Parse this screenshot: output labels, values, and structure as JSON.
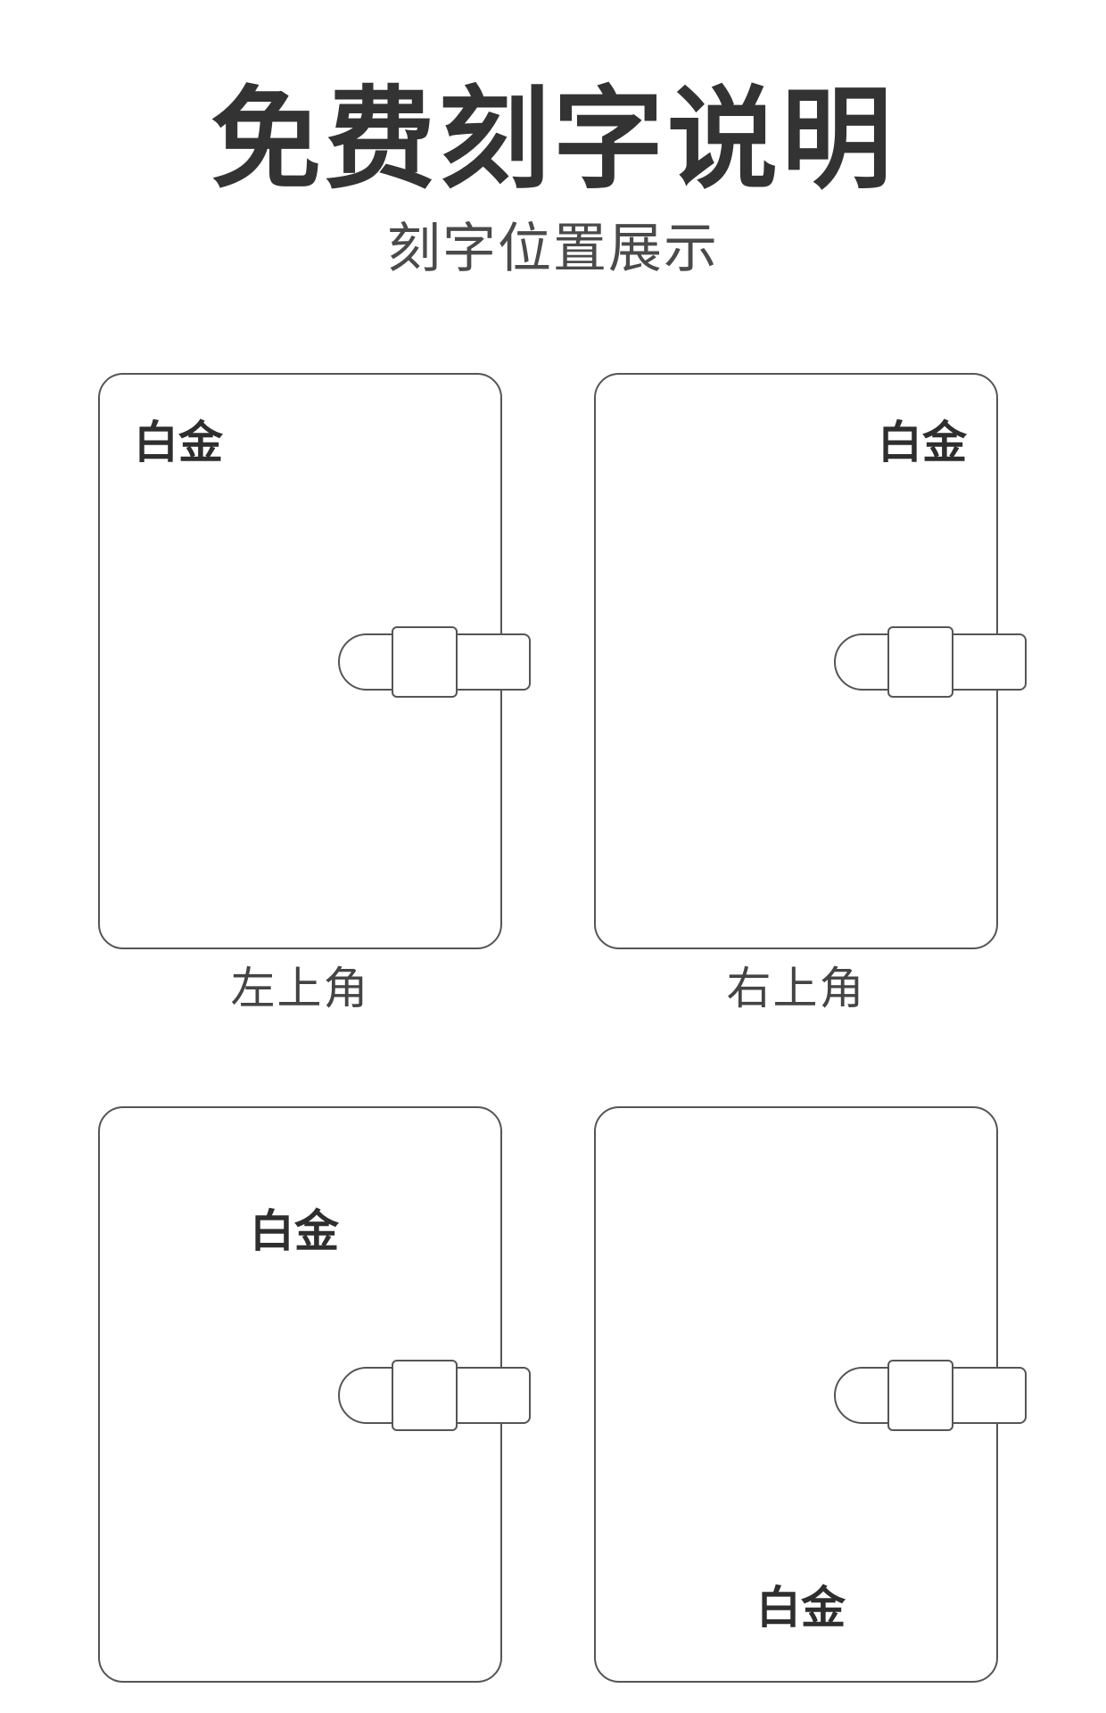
{
  "header": {
    "title": "免费刻字说明",
    "subtitle": "刻字位置展示"
  },
  "positions": [
    {
      "engraving": "白金",
      "caption": "左上角"
    },
    {
      "engraving": "白金",
      "caption": "右上角"
    },
    {
      "engraving": "白金",
      "caption": ""
    },
    {
      "engraving": "白金",
      "caption": ""
    }
  ],
  "colors": {
    "background": "#ffffff",
    "outline": "#555555",
    "text": "#333333"
  }
}
